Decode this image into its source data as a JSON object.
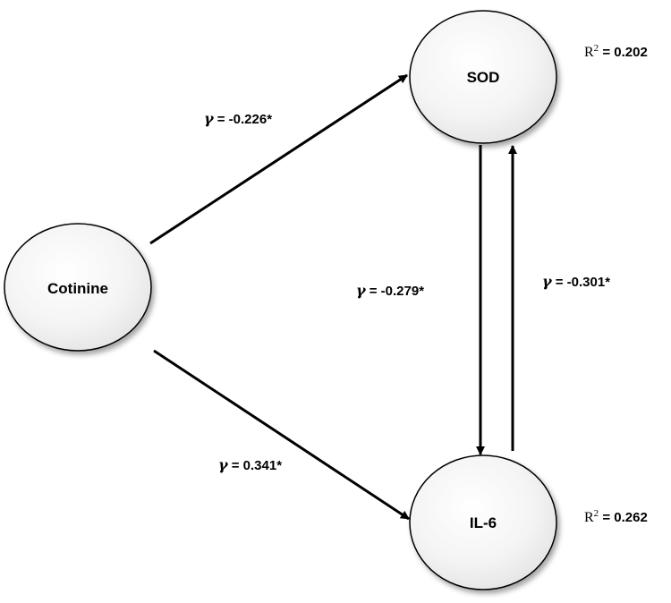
{
  "nodes": {
    "cotinine": "Cotinine",
    "sod": "SOD",
    "il6": "IL-6"
  },
  "paths": {
    "cotinine_sod": {
      "symbol": "γ",
      "text": " = -0.226*"
    },
    "cotinine_il6": {
      "symbol": "γ",
      "text": " = 0.341*"
    },
    "sod_il6": {
      "symbol": "γ",
      "text": " = -0.279*"
    },
    "il6_sod": {
      "symbol": "γ",
      "text": " = -0.301*"
    }
  },
  "r_squared": {
    "sod": {
      "label": "R",
      "sup": "2",
      "text": " = 0.202"
    },
    "il6": {
      "label": "R",
      "sup": "2",
      "text": " = 0.262"
    }
  },
  "colors": {
    "node_fill_light": "#ffffff",
    "node_fill_dark": "#e4e4e4",
    "stroke": "#000000"
  }
}
